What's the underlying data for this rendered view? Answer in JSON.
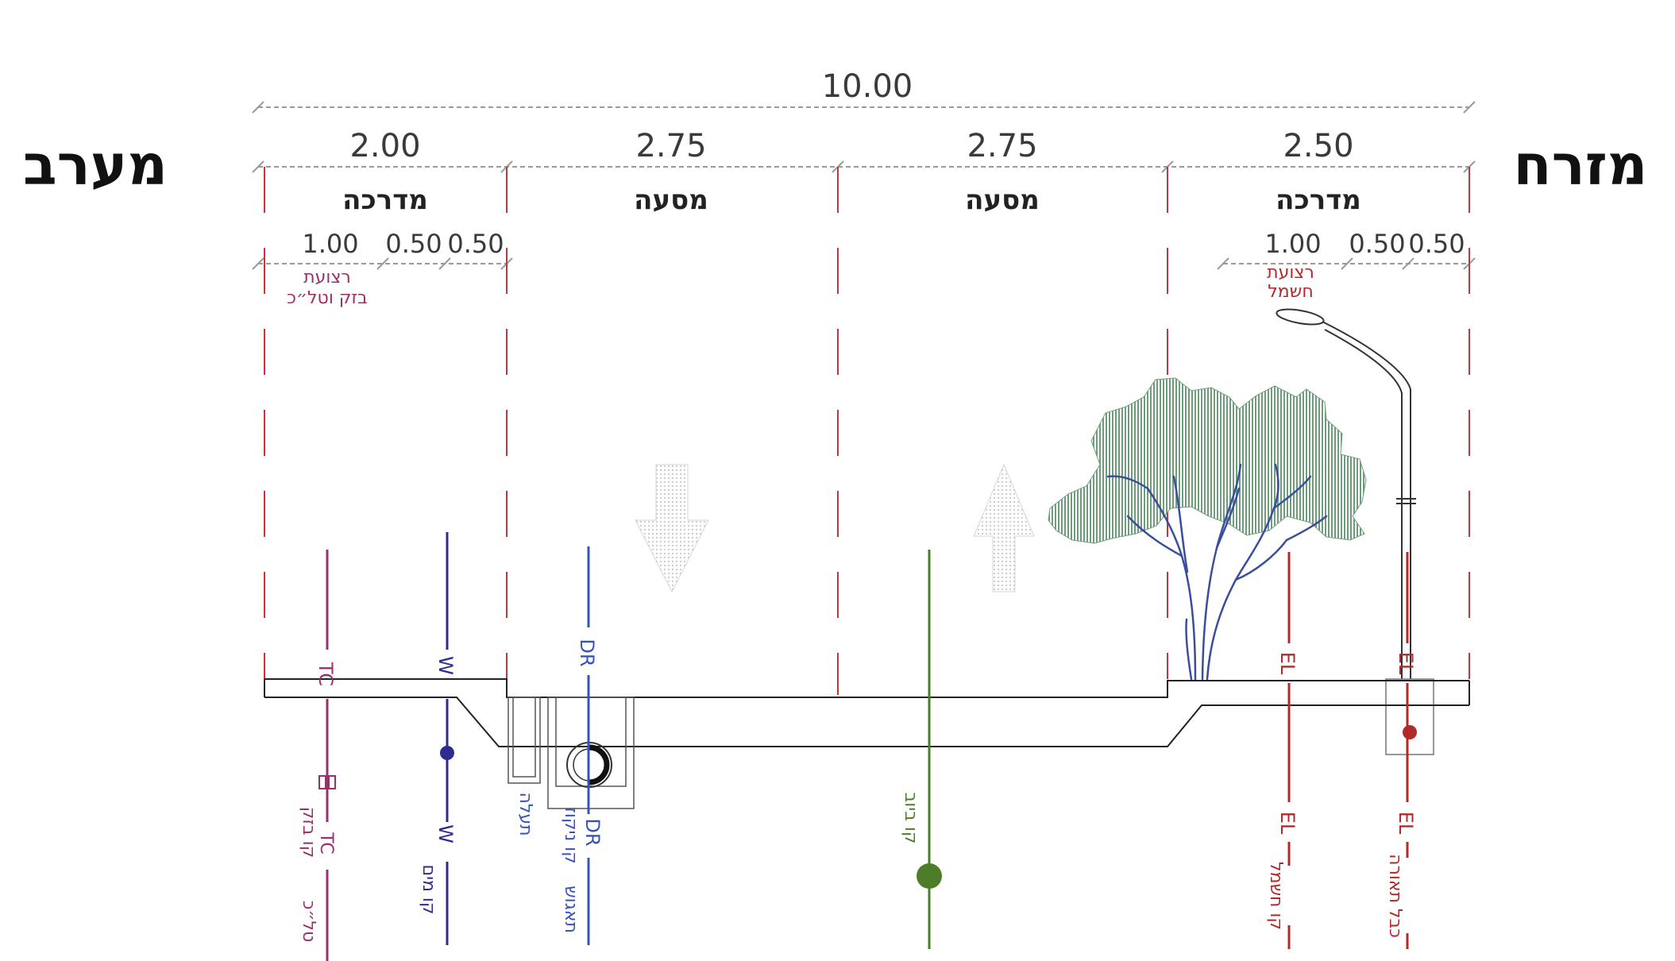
{
  "directions": {
    "west": "מערב",
    "east": "מזרח"
  },
  "total_width": "10.00",
  "sections": [
    {
      "width": "2.00",
      "name": "מדרכה"
    },
    {
      "width": "2.75",
      "name": "מסעה"
    },
    {
      "width": "2.75",
      "name": "מסעה"
    },
    {
      "width": "2.50",
      "name": "מדרכה"
    }
  ],
  "sub_dims": {
    "west": [
      "1.00",
      "0.50",
      "0.50"
    ],
    "east": [
      "1.00",
      "0.50",
      "0.50"
    ]
  },
  "strips": {
    "west": [
      "רצועת",
      "בזק וטל״כ"
    ],
    "east": [
      "רצועת",
      "חשמל"
    ]
  },
  "utility_codes": {
    "tc": "TC",
    "water": "W",
    "drain": "DR",
    "electric": "EL",
    "lighting": "EL"
  },
  "utility_labels": {
    "tc": [
      "קו בזק",
      "TC",
      "טל״כ"
    ],
    "water": [
      "קו מים"
    ],
    "drain_channel": [
      "תעלה"
    ],
    "drain": [
      "קו ניקוז",
      "DR",
      "תאגוש"
    ],
    "sewer": [
      "קו ביוב"
    ],
    "electric": [
      "EL",
      "קו חשמל"
    ],
    "lighting": [
      "EL",
      "כבל תאורה"
    ]
  },
  "colors": {
    "tc": "#9b2f6e",
    "water": "#2d2d8f",
    "drain": "#3553b8",
    "sewer": "#4e7d2a",
    "electric": "#b02a2a",
    "guide": "#c8343a",
    "tree_foliage": "#7fa88a",
    "tree_trunk": "#3a4f9c"
  },
  "icons": [
    "arrow-down-icon",
    "arrow-up-icon",
    "tree-icon",
    "street-lamp-icon"
  ]
}
